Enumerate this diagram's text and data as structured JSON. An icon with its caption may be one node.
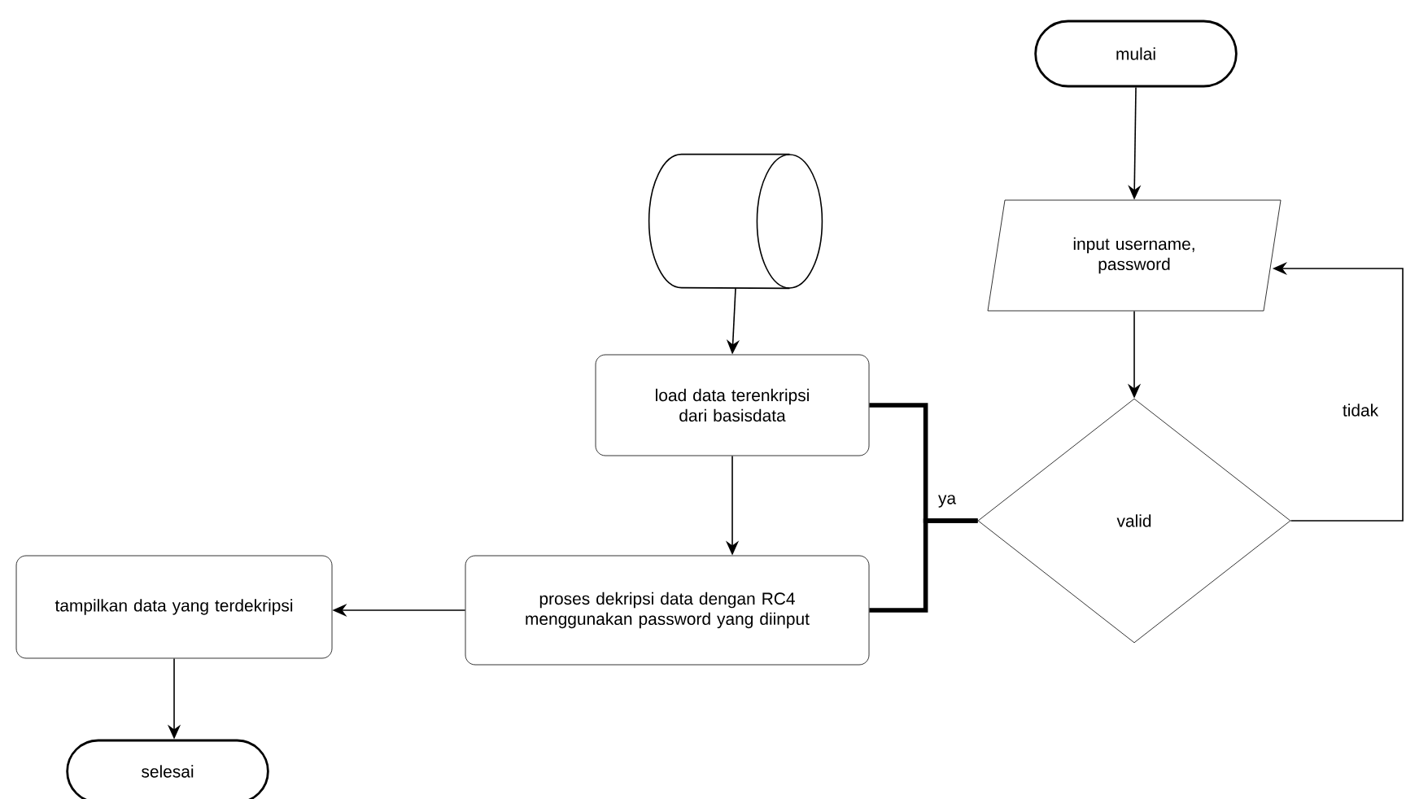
{
  "diagram": {
    "nodes": [
      {
        "text": [
          "mulai"
        ]
      },
      {
        "text": [
          "input username, password"
        ]
      },
      {
        "text": [
          "valid"
        ]
      },
      {
        "text": [],
        "shape": "cylinder"
      },
      {
        "text": [
          "load data terenkripsi dari basisdata"
        ]
      },
      {
        "text": [
          "proses dekripsi data dengan RC4 menggunakan password yang diinput"
        ]
      },
      {
        "text": [
          "tampilkan data yang terdekripsi"
        ]
      },
      {
        "text": [
          "selesai"
        ]
      }
    ],
    "edges": [
      {
        "from": 0,
        "to": 1,
        "arrow": "to"
      },
      {
        "from": 1,
        "to": 2,
        "arrow": "to"
      },
      {
        "from": 2,
        "to": 4,
        "arrow": "none",
        "label": "ya",
        "style": "thick"
      },
      {
        "from": 2,
        "to": 5,
        "arrow": "none",
        "style": "thick"
      },
      {
        "from": 2,
        "to": 1,
        "arrow": "to",
        "label": "tidak"
      },
      {
        "from": 3,
        "to": 4,
        "arrow": "to"
      },
      {
        "from": 4,
        "to": 5,
        "arrow": "to"
      },
      {
        "from": 5,
        "to": 6,
        "arrow": "to"
      },
      {
        "from": 6,
        "to": 7,
        "arrow": "to"
      }
    ]
  }
}
